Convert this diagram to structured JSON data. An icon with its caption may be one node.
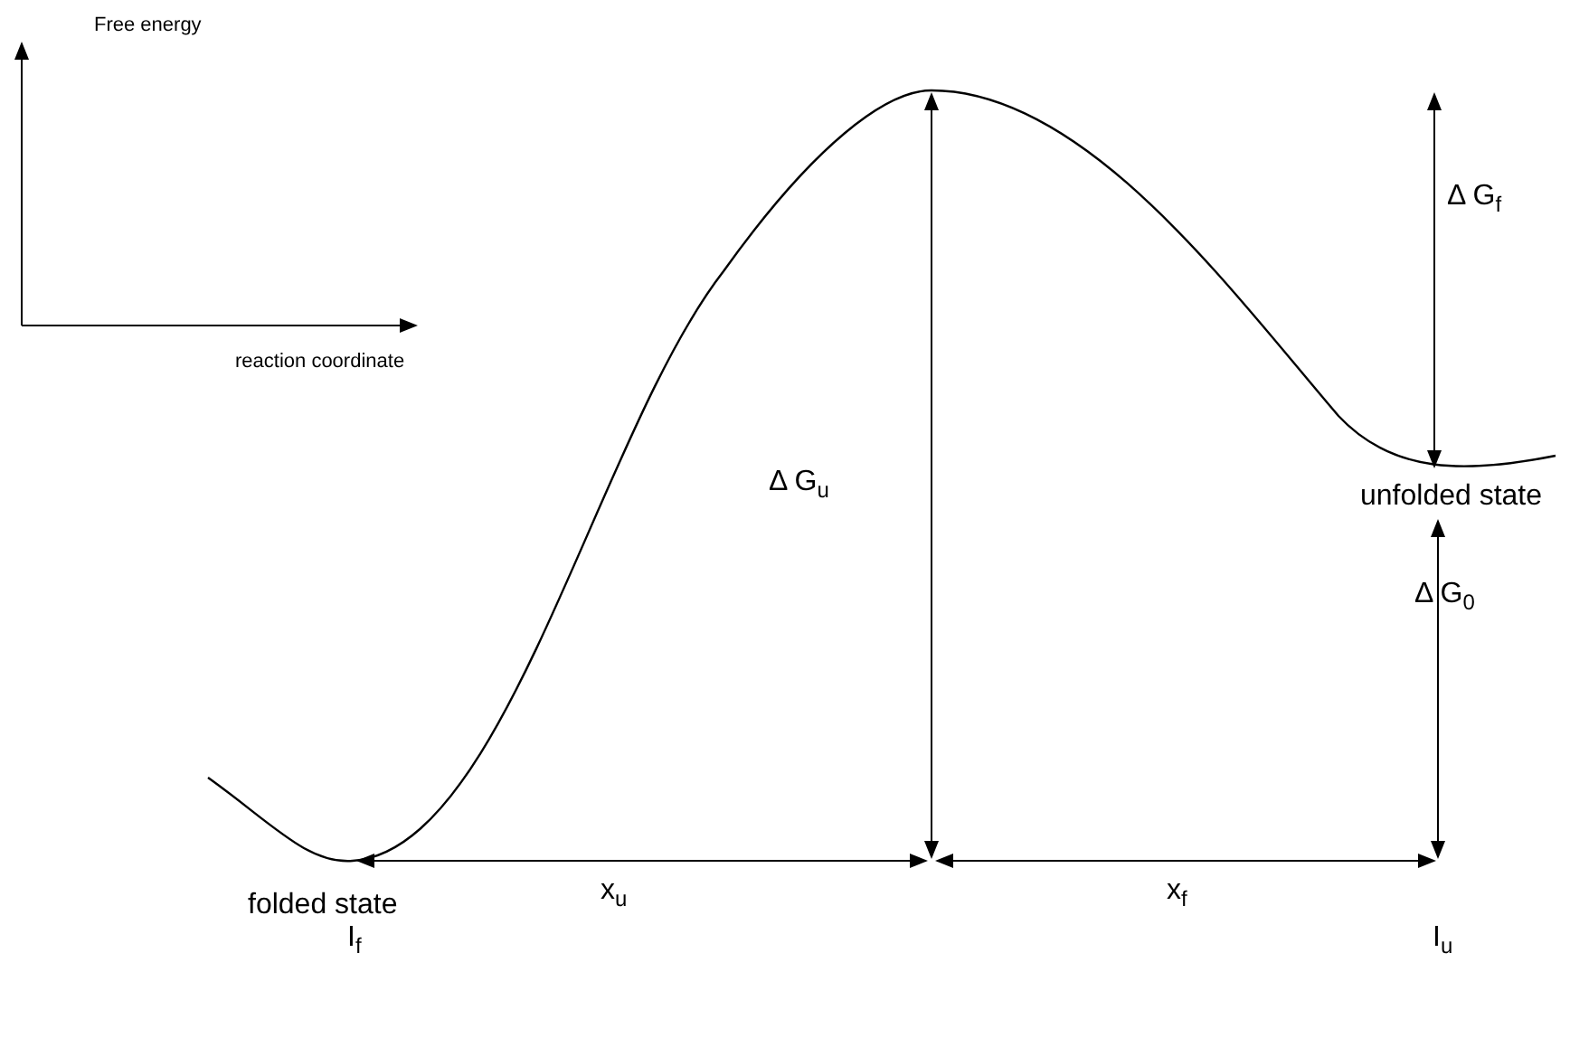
{
  "diagram": {
    "labels": [
      "Free energy",
      "reaction coordinate",
      "Δ G$_{f}$",
      "Δ G$_{u}$",
      "unfolded state",
      "Δ G$_{0}$",
      "folded state",
      "x$_{u}$",
      "x$_{f}$",
      "I$_{f}$",
      "I$_{u}$"
    ]
  }
}
